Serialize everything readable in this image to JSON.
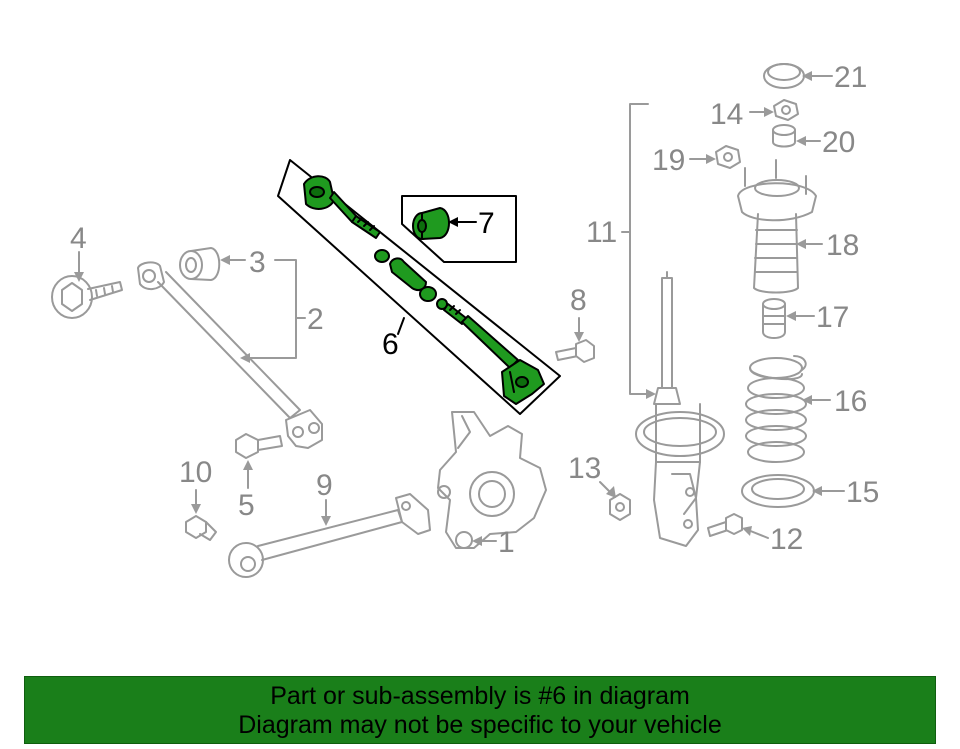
{
  "labels": {
    "l1": "1",
    "l2": "2",
    "l3": "3",
    "l4": "4",
    "l5": "5",
    "l6": "6",
    "l7": "7",
    "l8": "8",
    "l9": "9",
    "l10": "10",
    "l11": "11",
    "l12": "12",
    "l13": "13",
    "l14": "14",
    "l15": "15",
    "l16": "16",
    "l17": "17",
    "l18": "18",
    "l19": "19",
    "l20": "20",
    "l21": "21"
  },
  "highlight": {
    "part": "6",
    "color": "#1f9a1f"
  },
  "banner": {
    "line1": "Part or sub-assembly is #6 in diagram",
    "line2": "Diagram may not be specific to your vehicle",
    "color": "#1a7f1a"
  }
}
